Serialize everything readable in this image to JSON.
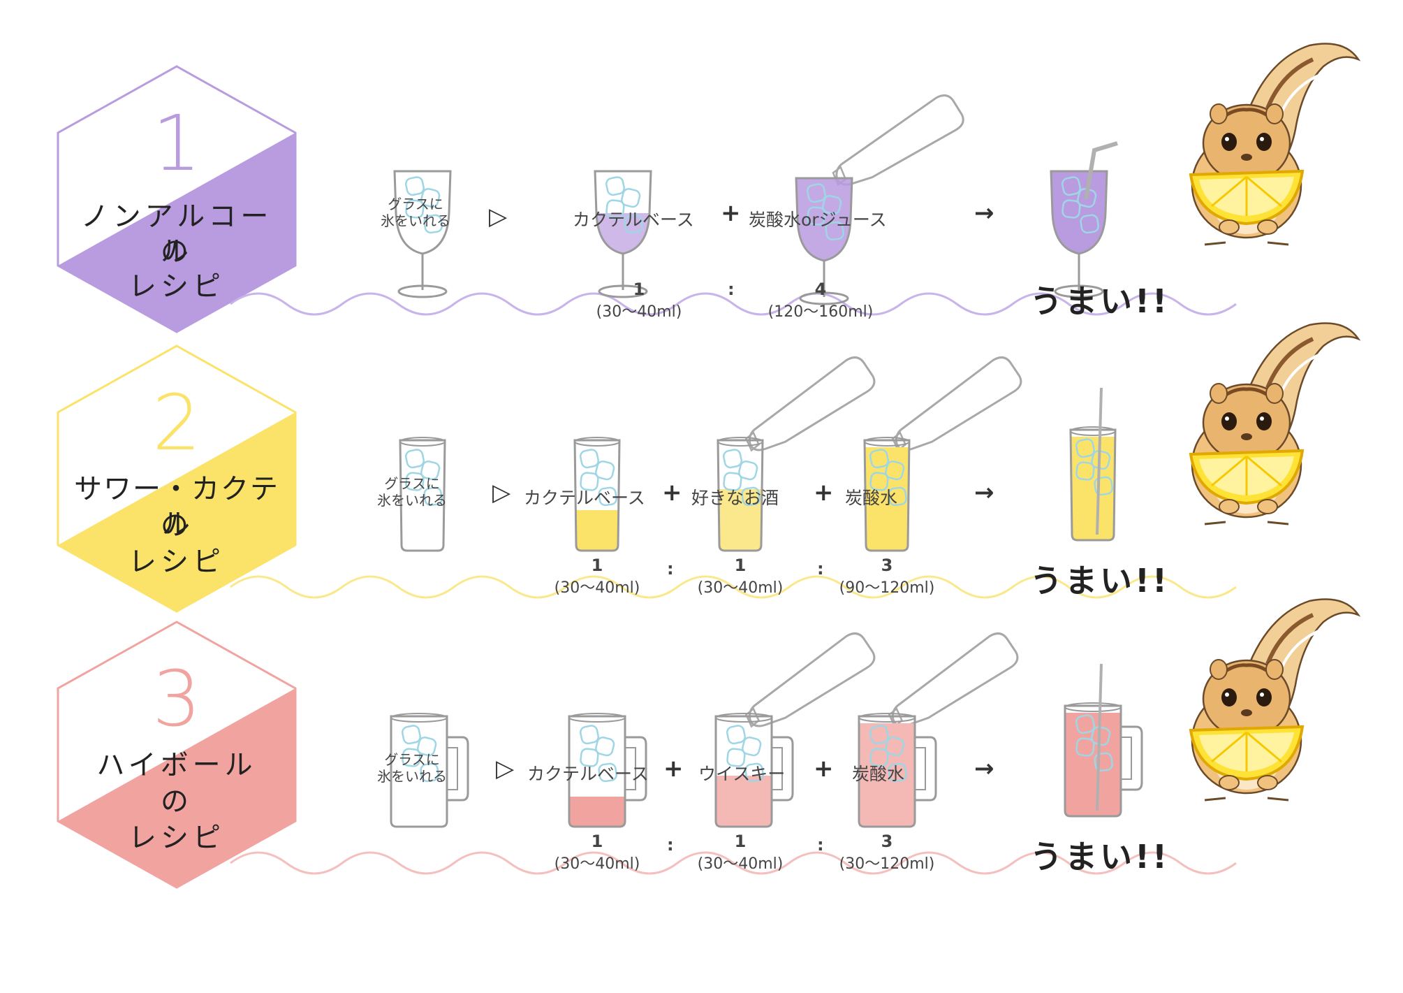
{
  "colors": {
    "purple": "#b99be0",
    "yellow": "#fbe36a",
    "pink": "#f1a3a0",
    "ice": "#9fd6e6",
    "glass": "#999999"
  },
  "icons": [
    "glass-icon",
    "bottle-icon",
    "chipmunk-icon",
    "lemon-icon",
    "straw-icon"
  ],
  "recipes": [
    {
      "number": "1",
      "label_line1": "ノンアルコール",
      "label_line2": "の",
      "label_line3": "レシピ",
      "step_ice": "グラスに\n氷をいれる",
      "play": "▷",
      "part1": "カクテルベース",
      "plus1": "+",
      "part2": "炭酸水orジュース",
      "arrow": "→",
      "ratio1": "1",
      "ml1": "(30〜40ml)",
      "colon1": ":",
      "ratio2": "4",
      "ml2": "(120〜160ml)",
      "result": "うまい!!"
    },
    {
      "number": "2",
      "label_line1": "サワー・カクテル",
      "label_line2": "の",
      "label_line3": "レシピ",
      "step_ice": "グラスに\n氷をいれる",
      "play": "▷",
      "part1": "カクテルベース",
      "plus1": "+",
      "part2": "好きなお酒",
      "plus2": "+",
      "part3": "炭酸水",
      "arrow": "→",
      "ratio1": "1",
      "ml1": "(30〜40ml)",
      "colon1": ":",
      "ratio2": "1",
      "ml2": "(30〜40ml)",
      "colon2": ":",
      "ratio3": "3",
      "ml3": "(90〜120ml)",
      "result": "うまい!!"
    },
    {
      "number": "3",
      "label_line1": "ハイボール",
      "label_line2": "の",
      "label_line3": "レシピ",
      "step_ice": "グラスに\n氷をいれる",
      "play": "▷",
      "part1": "カクテルベース",
      "plus1": "+",
      "part2": "ウイスキー",
      "plus2": "+",
      "part3": "炭酸水",
      "arrow": "→",
      "ratio1": "1",
      "ml1": "(30〜40ml)",
      "colon1": ":",
      "ratio2": "1",
      "ml2": "(30〜40ml)",
      "colon2": ":",
      "ratio3": "3",
      "ml3": "(30〜120ml)",
      "result": "うまい!!"
    }
  ]
}
